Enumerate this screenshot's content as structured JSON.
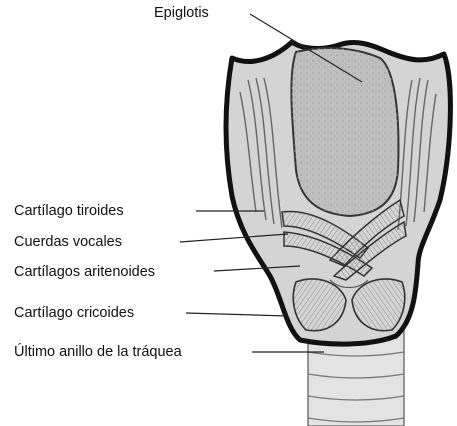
{
  "diagram": {
    "labels": {
      "epiglottis": "Epiglotis",
      "thyroid": "Cartílago tiroides",
      "vocal_cords": "Cuerdas vocales",
      "arytenoid": "Cartílagos aritenoides",
      "cricoid": "Cartílago cricoides",
      "trachea_ring": "Último anillo de la tráquea"
    },
    "colors": {
      "outline": "#111111",
      "fill": "#d4d4d4",
      "epiglottis": "#bfbfbf",
      "muscle": "#555555",
      "trachea": "#e3e3e3"
    }
  }
}
